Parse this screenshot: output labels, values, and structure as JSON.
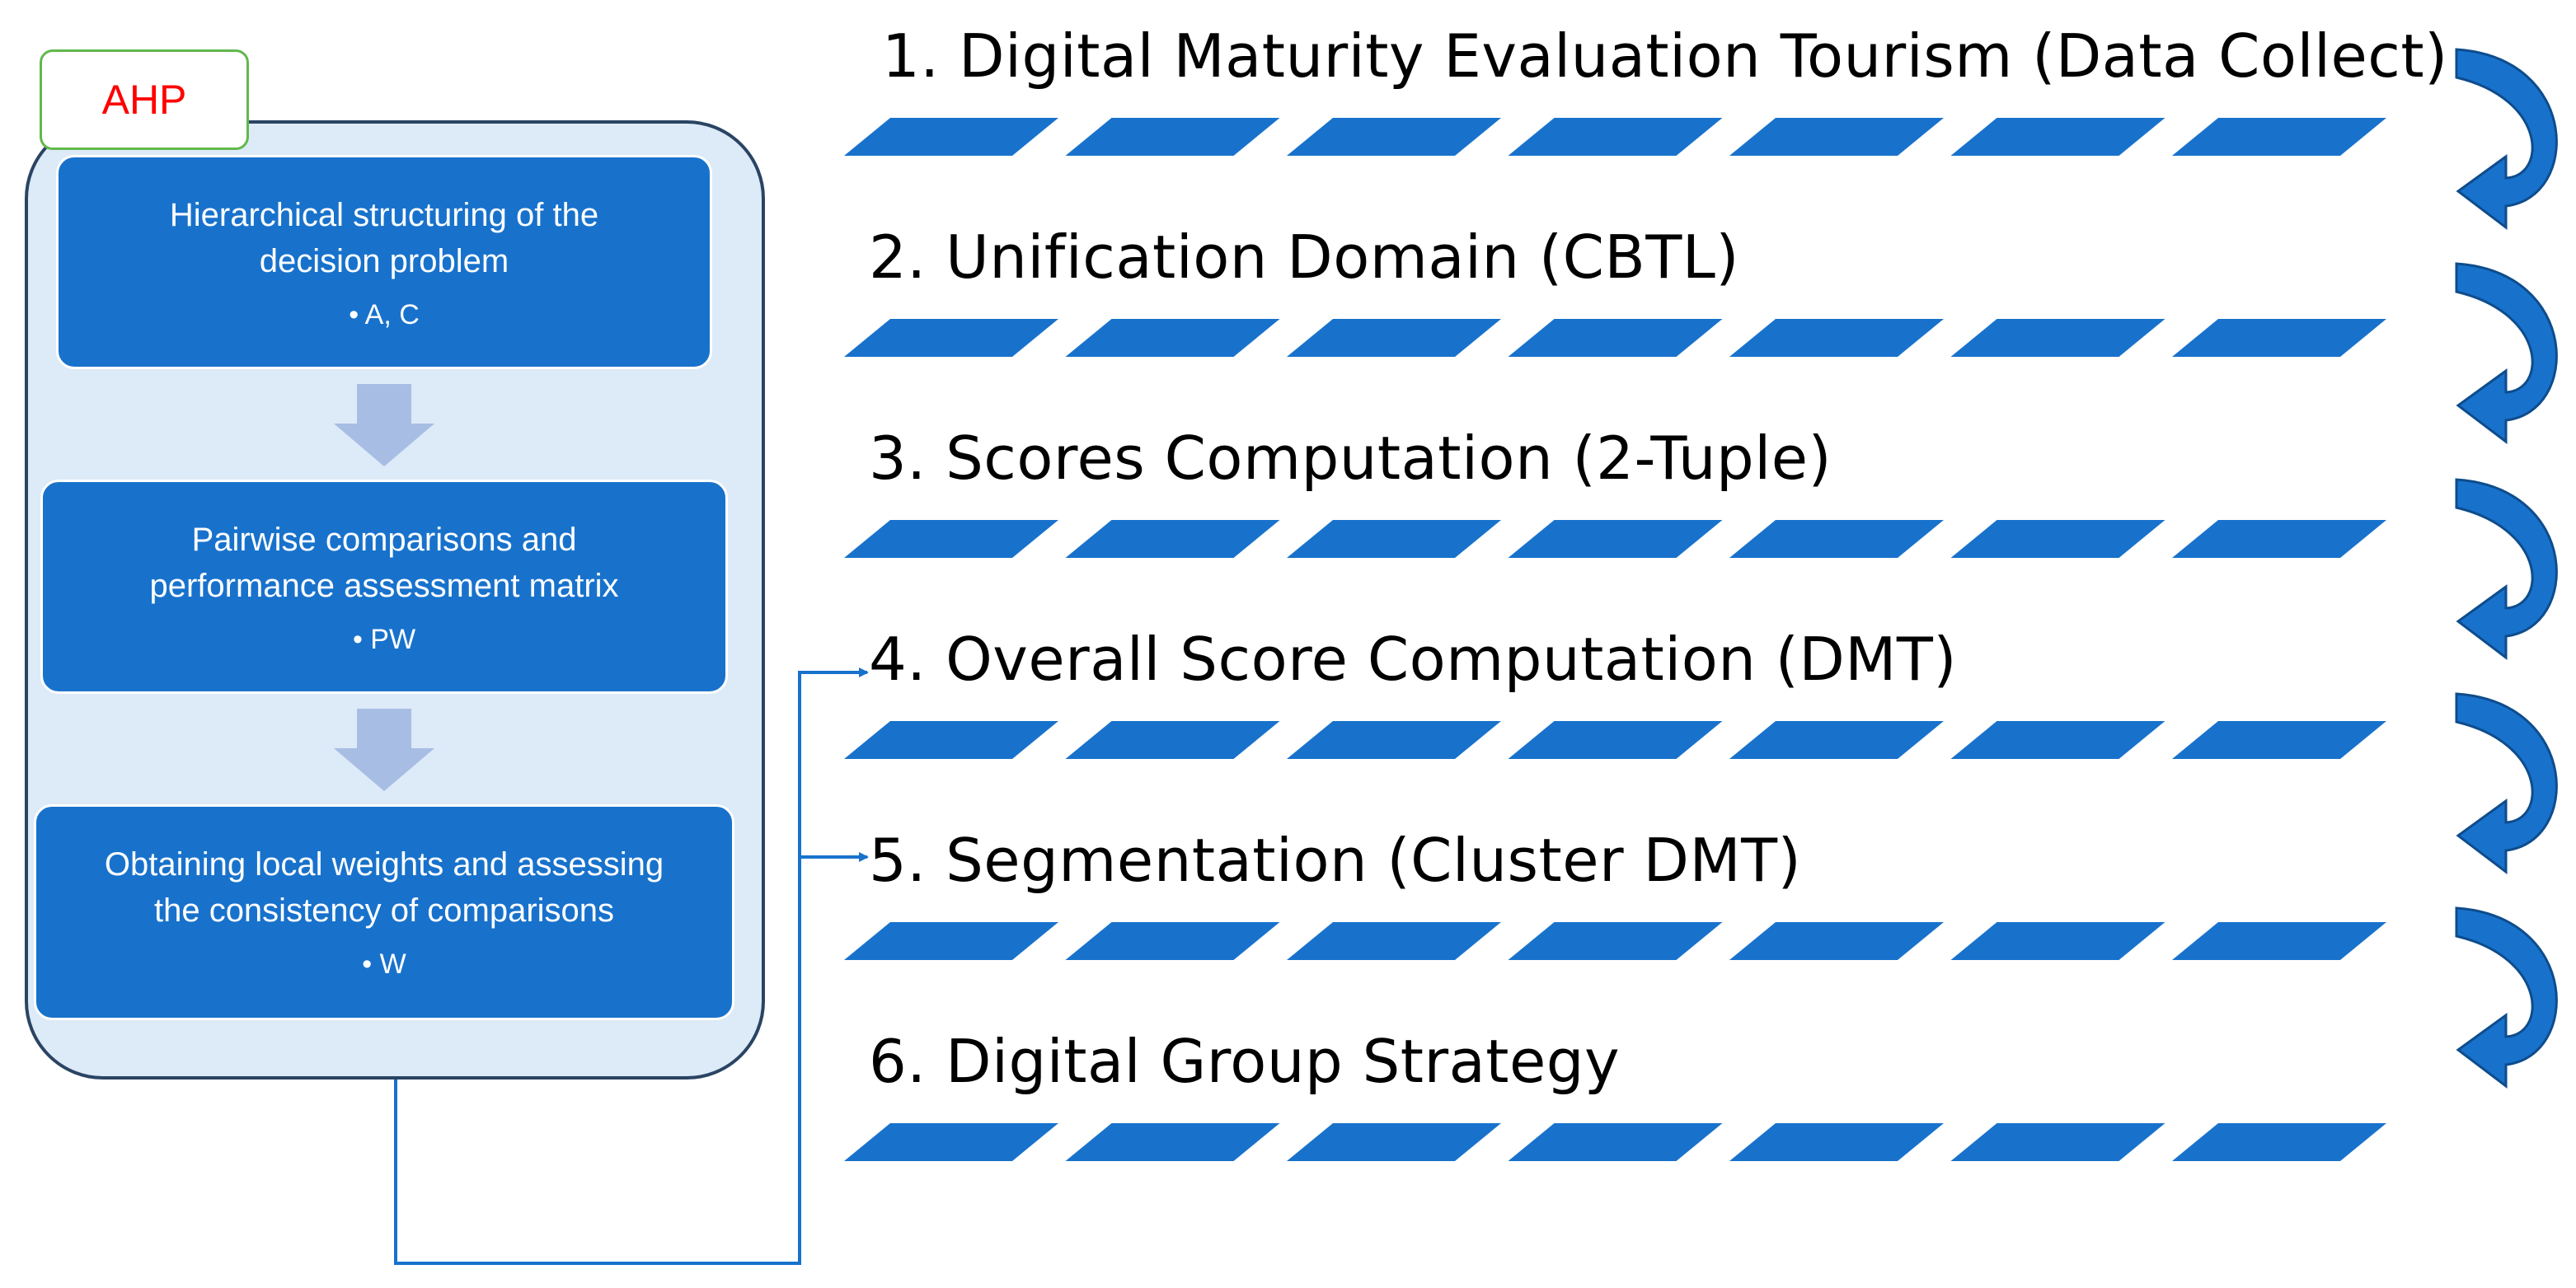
{
  "ahp": {
    "label": "AHP",
    "steps": [
      {
        "title": "Hierarchical structuring of the\ndecision problem",
        "bullet": "• A, C"
      },
      {
        "title": "Pairwise comparisons and\nperformance assessment matrix",
        "bullet": "• PW"
      },
      {
        "title": "Obtaining local weights and assessing\nthe consistency of comparisons",
        "bullet": "• W"
      }
    ]
  },
  "stages": [
    {
      "label": "1. Digital Maturity Evaluation Tourism (Data Collect)"
    },
    {
      "label": "2. Unification Domain (CBTL)"
    },
    {
      "label": "3. Scores Computation (2-Tuple)"
    },
    {
      "label": "4. Overall Score Computation (DMT)"
    },
    {
      "label": "5. Segmentation (Cluster DMT)"
    },
    {
      "label": "6. Digital Group Strategy"
    }
  ],
  "colors": {
    "box_fill": "#1872cc",
    "panel_fill": "#ddeaf7",
    "panel_border": "#2a4463",
    "tag_border": "#62b84c",
    "tag_text": "#ff0000",
    "arrow_light": "#a8bde4",
    "connector": "#1872cc"
  }
}
